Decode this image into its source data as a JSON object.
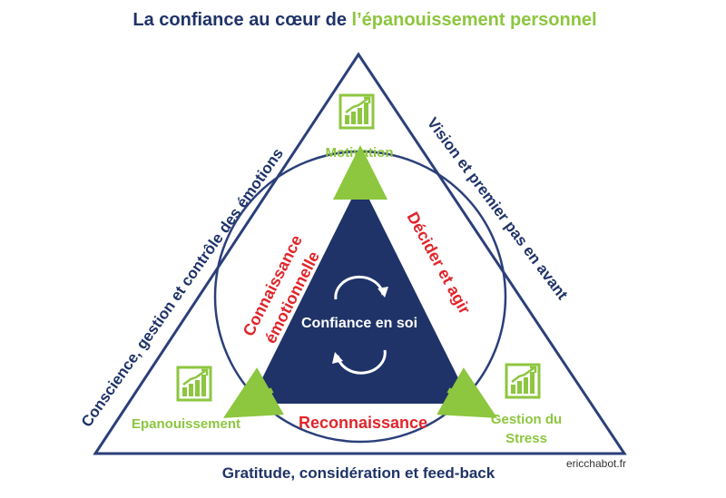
{
  "title": {
    "part1": "La confiance au cœur de ",
    "part2": "l’épanouissement personnel"
  },
  "outer_edges": {
    "left": "Conscience, gestion et contrôle des émotions",
    "right": "Vision et premier pas en avant",
    "bottom": "Gratitude, considération et feed-back"
  },
  "corners": {
    "top": "Motivation",
    "left": "Epanouissement",
    "right_line1": "Gestion du",
    "right_line2": "Stress"
  },
  "inner_edges": {
    "left_line1": "Connaissance",
    "left_line2": "émotionnelle",
    "right": "Décider et agir",
    "bottom": "Reconnaissance"
  },
  "center": "Confiance en soi",
  "watermark": "ericchabot.fr",
  "icons": {
    "corner": "growth-chart-icon",
    "center": "circular-arrows-icon"
  },
  "colors": {
    "navy": "#1f3368",
    "green": "#8dc63f",
    "red": "#e0262b",
    "line": "#2b3f7a"
  }
}
